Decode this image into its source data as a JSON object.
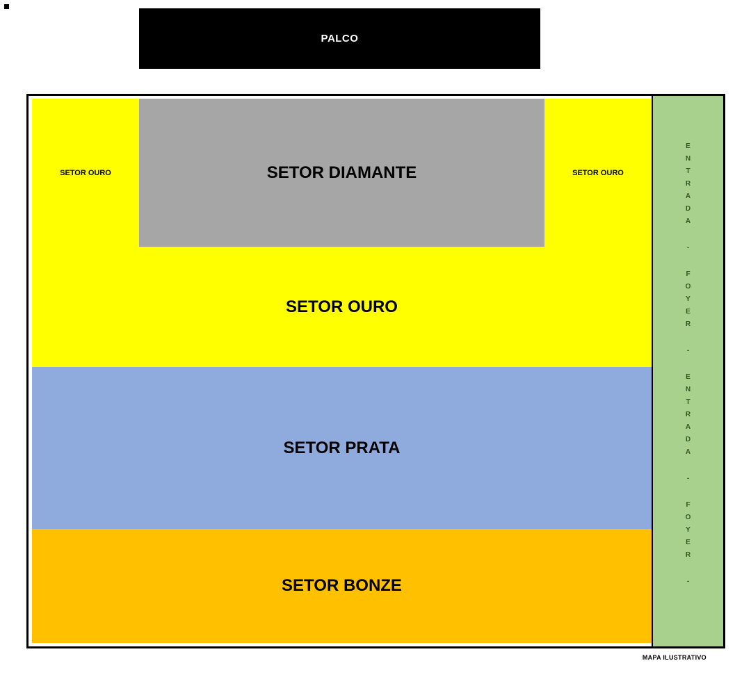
{
  "stage": {
    "label": "PALCO",
    "bg_color": "#000000",
    "text_color": "#ffffff"
  },
  "map": {
    "border_color": "#000000",
    "sectors": {
      "diamante": {
        "label": "SETOR DIAMANTE",
        "color": "#a6a6a6"
      },
      "ouro": {
        "label": "SETOR OURO",
        "color": "#ffff00"
      },
      "ouro_left": {
        "label": "SETOR OURO"
      },
      "ouro_right": {
        "label": "SETOR OURO"
      },
      "prata": {
        "label": "SETOR PRATA",
        "color": "#8faadc"
      },
      "bonze": {
        "label": "SETOR BONZE",
        "color": "#ffc000"
      }
    },
    "entrance": {
      "label": "ENTRADA - FOYER - ENTRADA - FOYER -",
      "color": "#a9d18e",
      "text_color": "#375623",
      "tokens": [
        "E",
        "N",
        "T",
        "R",
        "A",
        "D",
        "A",
        "-",
        "F",
        "O",
        "Y",
        "E",
        "R",
        "-",
        "E",
        "N",
        "T",
        "R",
        "A",
        "D",
        "A",
        "-",
        "F",
        "O",
        "Y",
        "E",
        "R",
        "-"
      ]
    }
  },
  "footer": {
    "note": "MAPA ILUSTRATIVO"
  }
}
